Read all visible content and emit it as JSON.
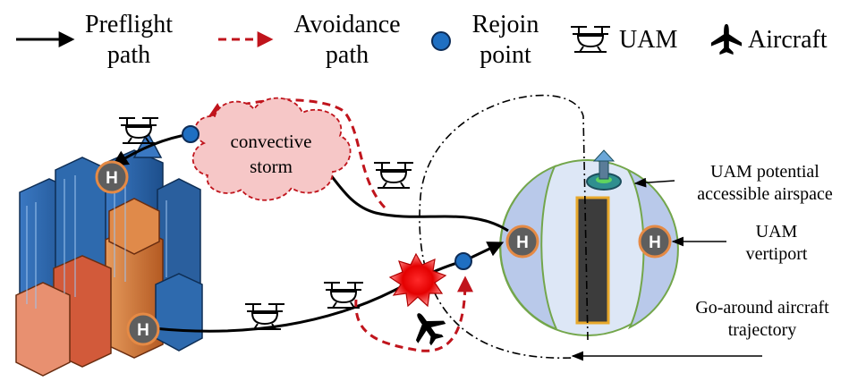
{
  "legend": {
    "preflight": [
      "Preflight",
      "path"
    ],
    "avoidance": [
      "Avoidance",
      "path"
    ],
    "rejoin": [
      "Rejoin",
      "point"
    ],
    "uam": "UAM",
    "aircraft": "Aircraft"
  },
  "storm": [
    "convective",
    "storm"
  ],
  "helipad_letter": "H",
  "callouts": {
    "airspace": [
      "UAM potential",
      "accessible airspace"
    ],
    "vertiport": [
      "UAM",
      "vertiport"
    ],
    "goaround": [
      "Go-around aircraft",
      "trajectory"
    ]
  },
  "colors": {
    "preflight": "#000000",
    "avoidance": "#c0141c",
    "rejoin": "#1f6fc2",
    "storm_fill": "#f6c7c7",
    "storm_stroke": "#c0141c",
    "helipad": "#5e5e5e",
    "helipad_ring": "#e58a45",
    "airspace_outer": "#dde7f6",
    "airspace_inner": "#b9c9ea",
    "airspace_border": "#73a64b",
    "runway": "#3c3c3c",
    "runway_edge": "#e8a92c"
  }
}
